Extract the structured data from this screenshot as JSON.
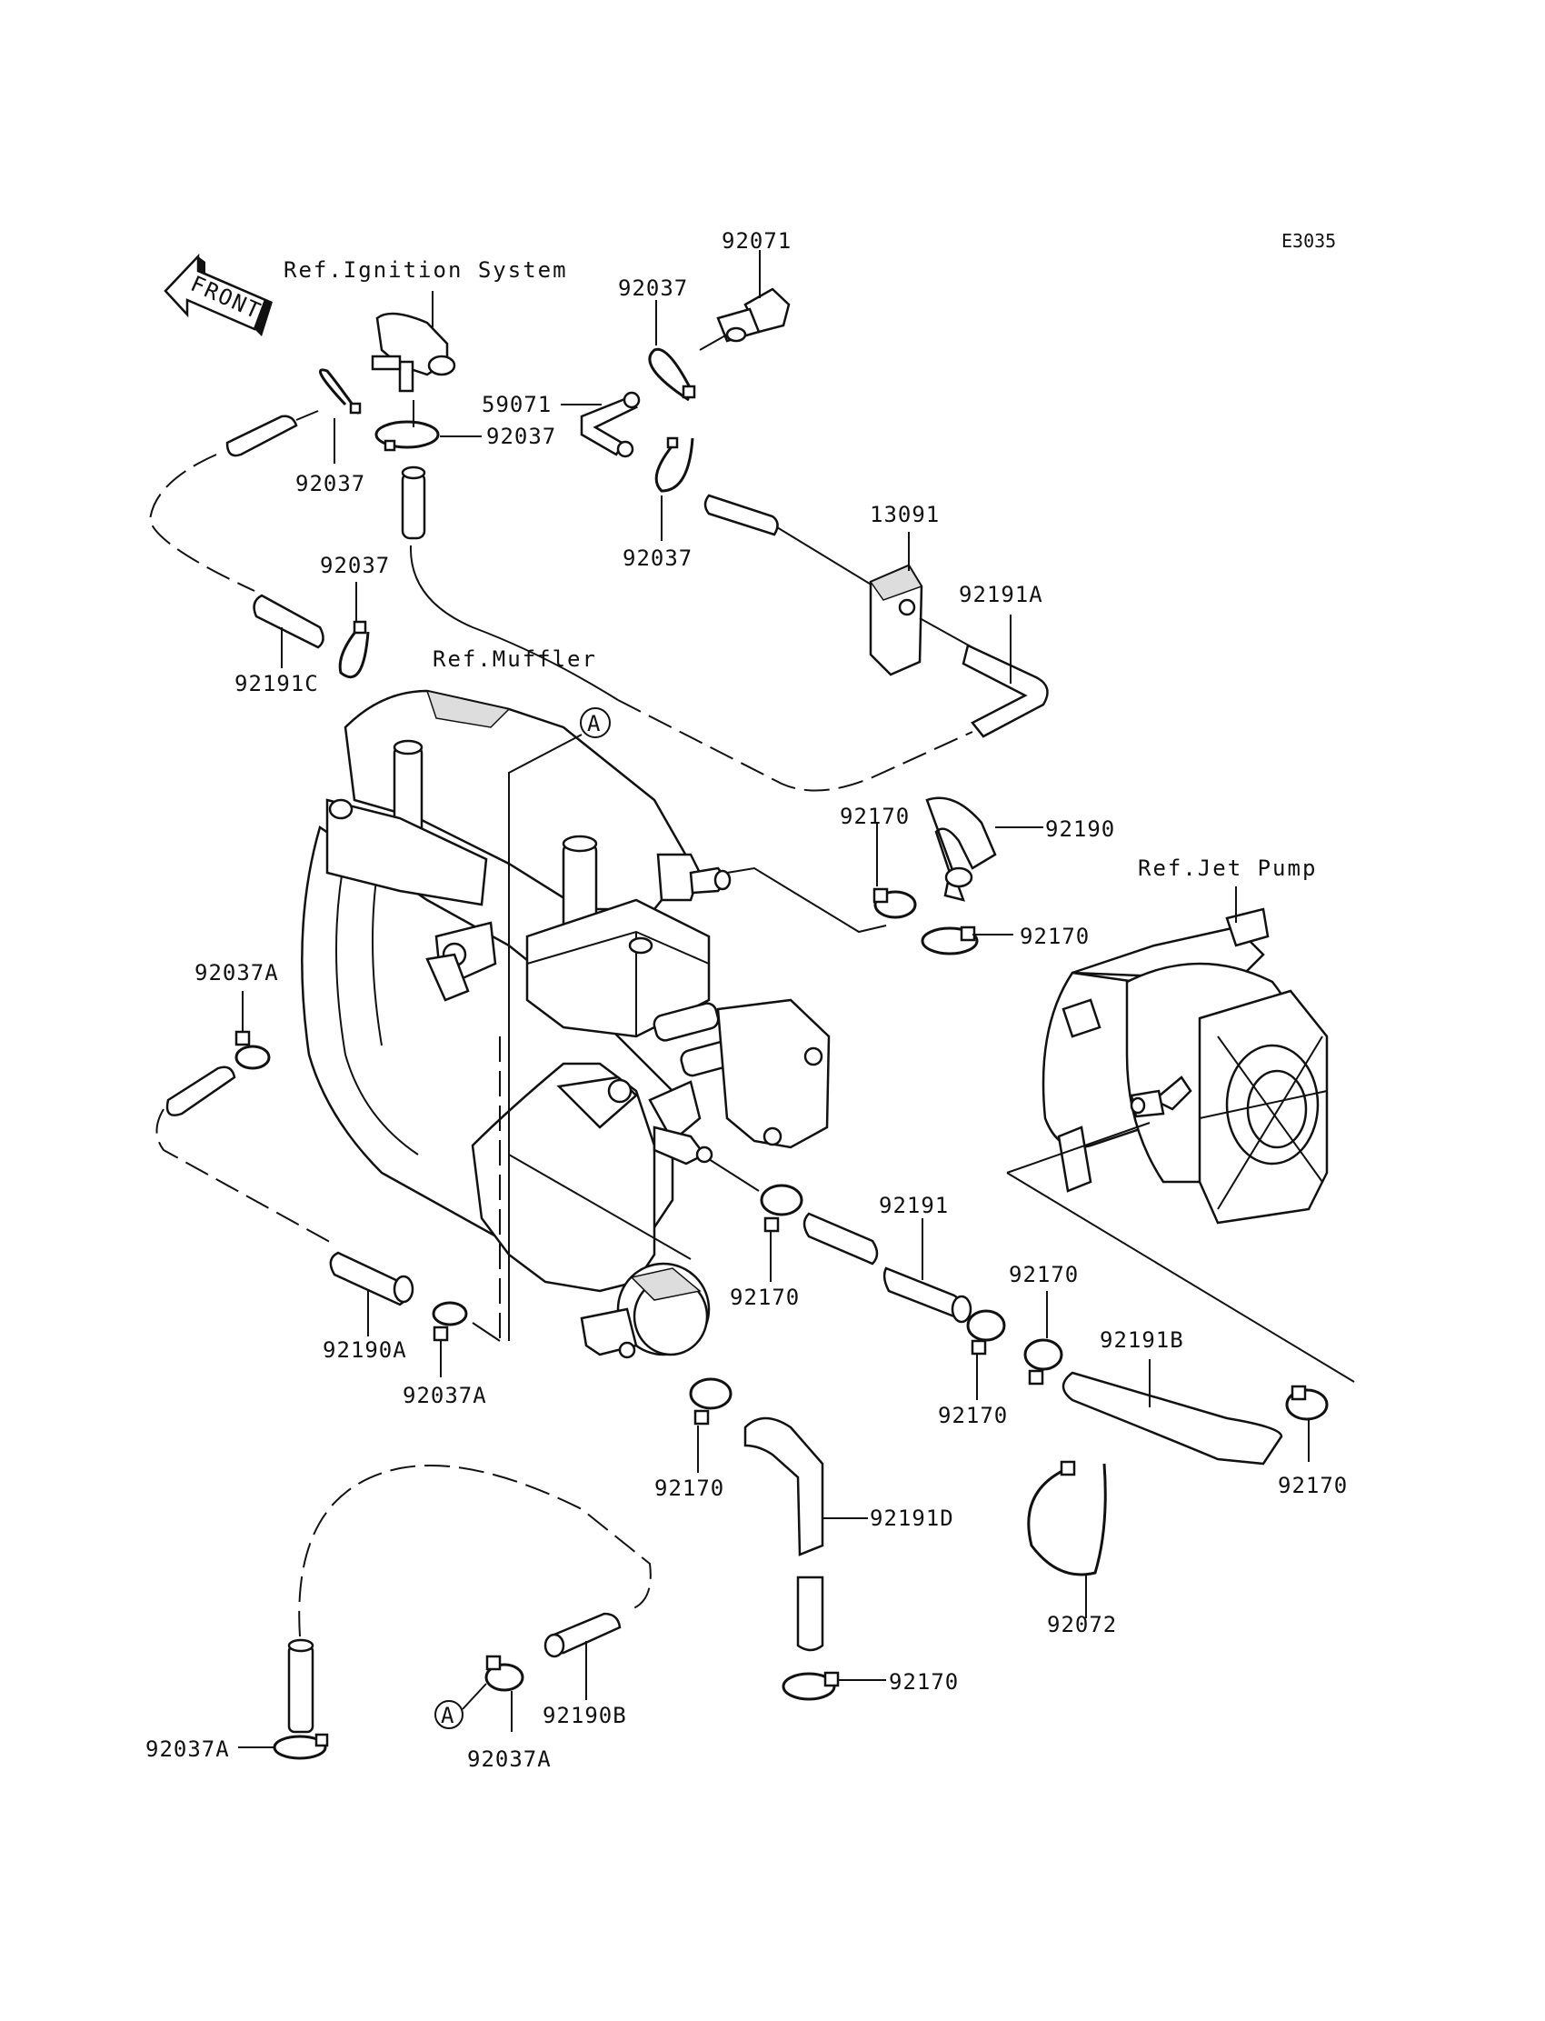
{
  "diagram": {
    "code": "E3035",
    "front_label": "FRONT",
    "refs": {
      "ignition": "Ref.Ignition System",
      "muffler": "Ref.Muffler",
      "jet_pump": "Ref.Jet Pump"
    },
    "markers": {
      "a_top": "A",
      "a_bottom": "A"
    },
    "labels": {
      "p92071": "92071",
      "p92037_a": "92037",
      "p59071": "59071",
      "p92037_b": "92037",
      "p92037_c": "92037",
      "p92037_d": "92037",
      "p92037_e": "92037",
      "p13091": "13091",
      "p92191A": "92191A",
      "p92191C": "92191C",
      "p92170_a": "92170",
      "p92190": "92190",
      "p92170_b": "92170",
      "p92037A_a": "92037A",
      "p92191": "92191",
      "p92170_c": "92170",
      "p92170_d": "92170",
      "p92190A": "92190A",
      "p92037A_b": "92037A",
      "p92191B": "92191B",
      "p92170_e": "92170",
      "p92170_f": "92170",
      "p92170_g": "92170",
      "p92191D": "92191D",
      "p92072": "92072",
      "p92170_h": "92170",
      "p92037A_c": "92037A",
      "p92190B": "92190B",
      "p92037A_d": "92037A"
    }
  }
}
